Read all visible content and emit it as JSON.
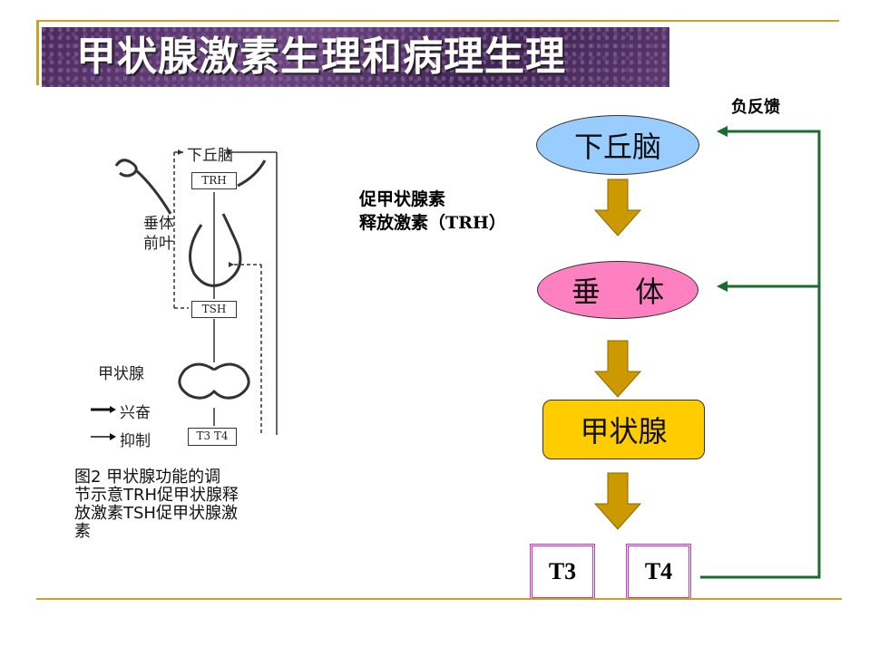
{
  "title": "甲状腺激素生理和病理生理",
  "figure": {
    "labels": {
      "hypothalamus": "下丘脑",
      "trh": "TRH",
      "pituitary_line1": "垂体",
      "pituitary_line2": "前叶",
      "tsh": "TSH",
      "thyroid": "甲状腺",
      "t3t4": "T3 T4",
      "legend_excite": "兴奋",
      "legend_inhibit": "抑制"
    },
    "caption": "图2 甲状腺功能的调\n节示意TRH促甲状腺释\n放激素TSH促甲状腺激\n素"
  },
  "diagram": {
    "nodes": {
      "hypothalamus": "下丘脑",
      "pituitary": "垂 体",
      "thyroid": "甲状腺",
      "t3": "T3",
      "t4": "T4"
    },
    "trh_label_line1": "促甲状腺素",
    "trh_label_line2": "释放激素（TRH）",
    "feedback_label": "负反馈",
    "colors": {
      "hypothalamus_fill": "#99ccff",
      "pituitary_fill": "#ff80c0",
      "thyroid_fill": "#ffcc00",
      "arrow_fill": "#cc9900",
      "feedback_line": "#1a6b2e",
      "hormone_border": "#cc33cc",
      "rule": "#c9a227"
    }
  }
}
